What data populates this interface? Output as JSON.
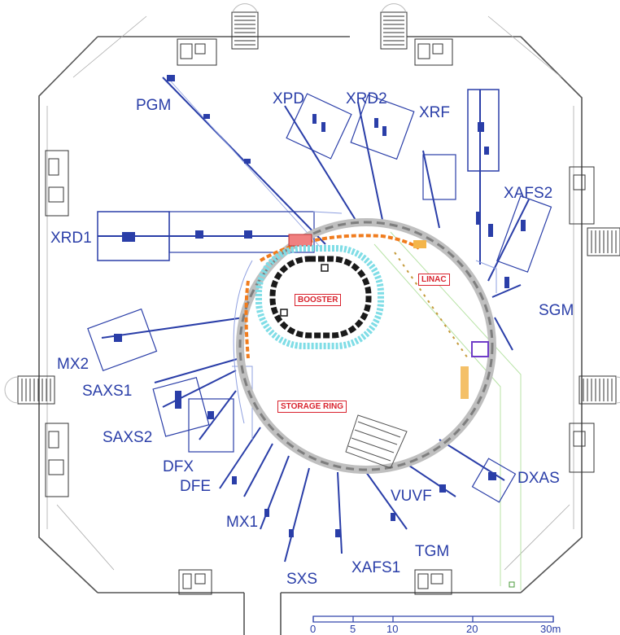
{
  "beamlines": {
    "pgm": "PGM",
    "xpd": "XPD",
    "xrd2": "XRD2",
    "xrf": "XRF",
    "xafs2": "XAFS2",
    "xrd1": "XRD1",
    "sgm": "SGM",
    "mx2": "MX2",
    "saxs1": "SAXS1",
    "saxs2": "SAXS2",
    "dfx": "DFX",
    "dfe": "DFE",
    "dxas": "DXAS",
    "vuvf": "VUVF",
    "mx1": "MX1",
    "tgm": "TGM",
    "xafs1": "XAFS1",
    "sxs": "SXS"
  },
  "components": {
    "booster": "BOOSTER",
    "linac": "LINAC",
    "storage_ring": "STORAGE RING"
  },
  "scale_bar": {
    "ticks": [
      "0",
      "5",
      "10",
      "20",
      "30m"
    ]
  },
  "colors": {
    "beamline_blue": "#2a3ea8",
    "building_gray": "#777777",
    "storage_ring_gray": "#8d8d8d",
    "booster_black": "#1a1a1a",
    "booster_cyan": "#7fdde6",
    "transfer_orange": "#f07c1e",
    "linac_green": "#b8e3a6",
    "label_red": "#d9232e"
  }
}
